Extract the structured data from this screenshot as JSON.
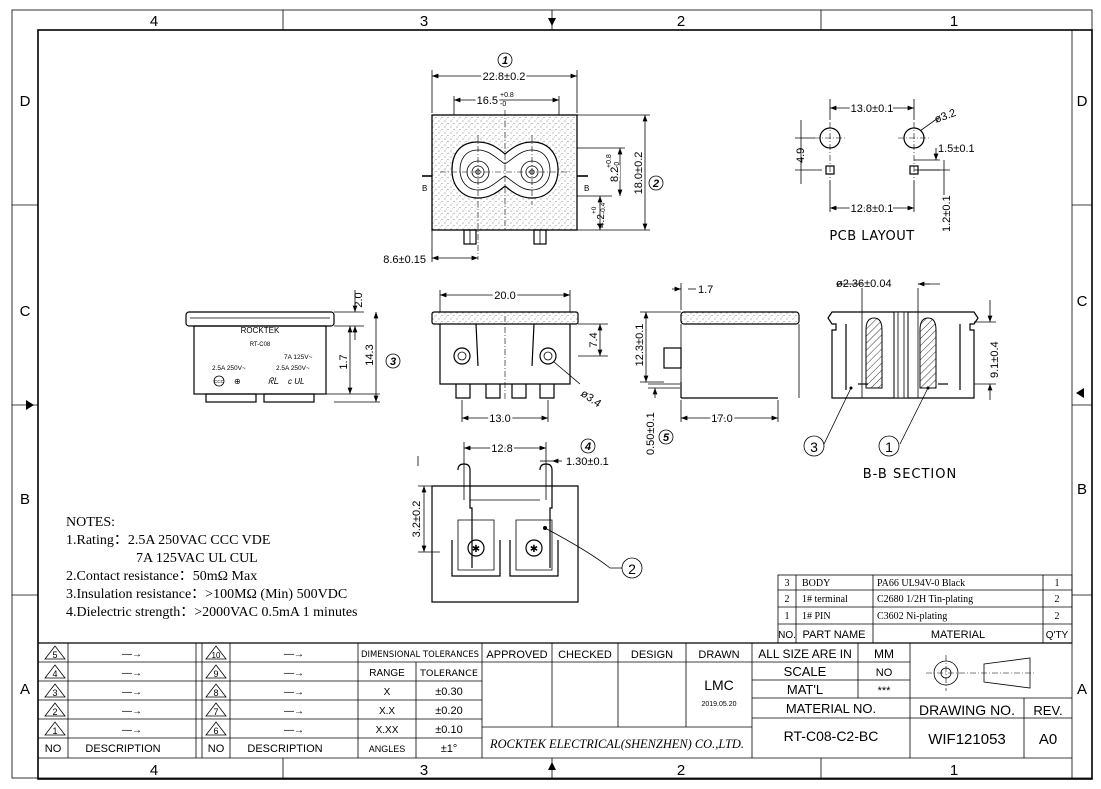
{
  "frame": {
    "top_cols": [
      "4",
      "3",
      "2",
      "1"
    ],
    "bottom_cols": [
      "4",
      "3",
      "2",
      "1"
    ],
    "left_rows": [
      "D",
      "C",
      "B",
      "A"
    ],
    "right_rows": [
      "D",
      "C",
      "B",
      "A"
    ]
  },
  "view1": {
    "marker": "1",
    "dim_total_width": "22.8±0.2",
    "dim_inner_width": "16.5",
    "dim_inner_width_tol_upper": "+0.8",
    "dim_inner_width_tol_lower": "-0",
    "dim_height_right": "8.2",
    "dim_height_right_tol_upper": "+0.8",
    "dim_height_right_tol_lower": "-0",
    "dim_height_total": "18.0±0.2",
    "dim_height_low": "4.2",
    "dim_height_low_tol_upper": "+0",
    "dim_height_low_tol_lower": "-0.4",
    "dim_bottom": "8.6±0.15",
    "section_mark_left": "B",
    "section_mark_right": "B",
    "marker2": "2"
  },
  "pcb": {
    "dim_pitch": "13.0±0.1",
    "dim_hole": "ø3.2",
    "dim_offset": "1.5±0.1",
    "dim_height": "4.9",
    "dim_bottom": "12.8±0.1",
    "dim_side": "1.2±0.1",
    "caption": "PCB LAYOUT"
  },
  "side_view": {
    "brand": "ROCKTEK",
    "model": "RT-C08",
    "rating_left": "2.5A 250V~",
    "rating_right_1": "7A 125V~",
    "rating_right_2": "2.5A 250V~",
    "cert_left": "CCC",
    "cert_right": "c UL",
    "dim_top": "2.0",
    "dim_mid": "1.7",
    "dim_total": "14.3",
    "marker": "3"
  },
  "front_view": {
    "dim_top": "20.0",
    "dim_right": "7.4",
    "dim_hole": "ø3.4",
    "dim_bottom": "13.0"
  },
  "profile_view": {
    "dim_top": "1.7",
    "dim_height": "12.3±0.1",
    "dim_pin": "0.50±0.1",
    "dim_bottom": "17.0",
    "marker": "5"
  },
  "section_view": {
    "dim_top": "ø2.36±0.04",
    "dim_right": "9.1±0.4",
    "callout_left": "3",
    "callout_right": "1",
    "caption": "B-B SECTION"
  },
  "terminal_view": {
    "dim_pitch": "12.8",
    "dim_width": "1.30±0.1",
    "dim_height": "3.2±0.2",
    "marker": "4",
    "callout": "2"
  },
  "notes": {
    "title": "NOTES:",
    "line1a": "1.Rating：2.5A 250VAC   CCC VDE",
    "line1b": "7A 125VAC    UL CUL",
    "line2": "2.Contact resistance：50mΩ Max",
    "line3": "3.Insulation resistance：>100MΩ (Min) 500VDC",
    "line4": "4.Dielectric strength：>2000VAC 0.5mA 1 minutes"
  },
  "bom": {
    "rows": [
      {
        "no": "3",
        "part": "BODY",
        "material": "PA66  UL94V-0  Black",
        "qty": "1"
      },
      {
        "no": "2",
        "part": "1# terminal",
        "material": "C2680 1/2H      Tin-plating",
        "qty": "2"
      },
      {
        "no": "1",
        "part": "1# PIN",
        "material": "C3602             Ni-plating",
        "qty": "2"
      }
    ],
    "header_no": "NO.",
    "header_part": "PART NAME",
    "header_material": "MATERIAL",
    "header_qty": "Q'TY"
  },
  "revisions": {
    "left_nos": [
      "5",
      "4",
      "3",
      "2",
      "1"
    ],
    "right_nos": [
      "10",
      "9",
      "8",
      "7",
      "6"
    ],
    "arrow": "—→",
    "header_no": "NO",
    "header_desc": "DESCRIPTION"
  },
  "tolerances": {
    "title": "DIMENSIONAL  TOLERANCES",
    "header_range": "RANGE",
    "header_tol": "TOLERANCE",
    "rows": [
      {
        "range": "X",
        "tol": "±0.30"
      },
      {
        "range": "X.X",
        "tol": "±0.20"
      },
      {
        "range": "X.XX",
        "tol": "±0.10"
      },
      {
        "range": "ANGLES",
        "tol": "±1°"
      }
    ]
  },
  "approval": {
    "approved": "APPROVED",
    "checked": "CHECKED",
    "design": "DESIGN",
    "drawn": "DRAWN",
    "drawn_by": "LMC",
    "date": "2019.05.20",
    "company": "ROCKTEK ELECTRICAL(SHENZHEN) CO.,LTD."
  },
  "title_block": {
    "units_label": "ALL SIZE ARE IN",
    "units": "MM",
    "scale_label": "SCALE",
    "scale": "NO",
    "mat_label": "MAT'L",
    "mat": "***",
    "matno_label": "MATERIAL NO.",
    "matno": "RT-C08-C2-BC",
    "dwgno_label": "DRAWING NO.",
    "dwgno": "WIF121053",
    "rev_label": "REV.",
    "rev": "A0"
  }
}
